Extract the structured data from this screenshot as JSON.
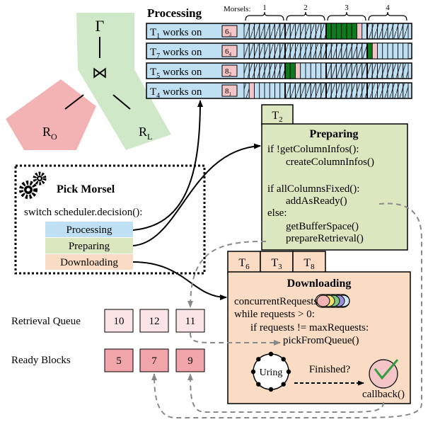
{
  "plan": {
    "agg": "Γ",
    "join": "⋈",
    "left_rel": "R",
    "left_sub": "O",
    "right_rel": "R",
    "right_sub": "L"
  },
  "processing": {
    "title": "Processing",
    "morsels_label": "Morsels:",
    "morsel_numbers": [
      "1",
      "2",
      "3",
      "4"
    ],
    "rows": [
      {
        "thread": "T",
        "thread_sub": "1",
        "text": "works on",
        "morsel": "6",
        "morsel_sub": "3"
      },
      {
        "thread": "T",
        "thread_sub": "7",
        "text": "works on",
        "morsel": "6",
        "morsel_sub": "4"
      },
      {
        "thread": "T",
        "thread_sub": "5",
        "text": "works on",
        "morsel": "8",
        "morsel_sub": "2"
      },
      {
        "thread": "T",
        "thread_sub": "4",
        "text": "works on",
        "morsel": "8",
        "morsel_sub": "1"
      }
    ]
  },
  "preparing": {
    "tab": "T",
    "tab_sub": "2",
    "title": "Preparing",
    "lines": [
      "if !getColumnInfos():",
      "createColumnInfos()",
      "if allColumnsFixed():",
      "addAsReady()",
      "else:",
      "getBufferSpace()",
      "prepareRetrieval()"
    ]
  },
  "pick": {
    "title": "Pick Morsel",
    "switch": "switch scheduler.decision():",
    "options": [
      "Processing",
      "Preparing",
      "Downloading"
    ]
  },
  "downloading": {
    "tabs": [
      {
        "t": "T",
        "sub": "6"
      },
      {
        "t": "T",
        "sub": "3"
      },
      {
        "t": "T",
        "sub": "8"
      }
    ],
    "title": "Downloading",
    "lines": [
      "concurrentRequests:",
      "while requests > 0:",
      "if requests != maxRequests:",
      "pickFromQueue()"
    ],
    "uring": "Uring",
    "finished": "Finished?",
    "callback": "callback()"
  },
  "retrieval_queue": {
    "label": "Retrieval Queue",
    "items": [
      "10",
      "12",
      "11"
    ]
  },
  "ready_blocks": {
    "label": "Ready Blocks",
    "items": [
      "5",
      "7",
      "9"
    ]
  },
  "colors": {
    "plan_green": "#cfe8c7",
    "plan_red": "#f3b3b5",
    "processing_bg": "#bfe0f3",
    "preparing_bg": "#dbe7bf",
    "downloading_bg": "#f9dcc3",
    "morsel_tag": "#f4c5c7",
    "filled_green": "#0e7a1c",
    "queue_light": "#fbe4e5",
    "ready_red": "#f0a5aa",
    "check_green": "#2f9e3f"
  }
}
